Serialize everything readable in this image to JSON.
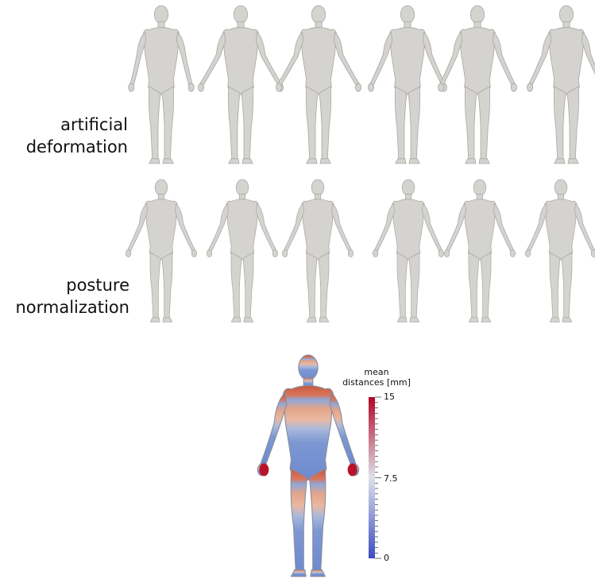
{
  "rows": [
    {
      "label_line1": "artificial",
      "label_line2": "deformation",
      "figure_count": 6
    },
    {
      "label_line1": "posture",
      "label_line2": "normalization",
      "figure_count": 6
    }
  ],
  "colorbar": {
    "title_line1": "mean",
    "title_line2": "distances [mm]",
    "tick_max": "15",
    "tick_mid": "7.5",
    "tick_min": "0",
    "color_low": "#3b4cc0",
    "color_mid": "#dde1ea",
    "color_high": "#b40426"
  },
  "colors": {
    "body_grey": "#d4d3cf",
    "body_shadow": "#a9a8a3"
  }
}
